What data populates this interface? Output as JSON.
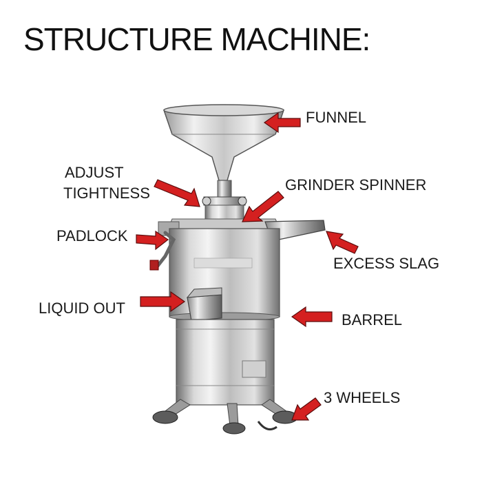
{
  "title": "STRUCTURE MACHINE:",
  "labels": {
    "funnel": "FUNNEL",
    "adjust_tightness_line1": "ADJUST",
    "adjust_tightness_line2": "TIGHTNESS",
    "grinder_spinner": "GRINDER SPINNER",
    "padlock": "PADLOCK",
    "excess_slag": "EXCESS SLAG",
    "liquid_out": "LIQUID OUT",
    "barrel": "BARREL",
    "wheels": "3 WHEELS"
  },
  "colors": {
    "arrow": "#d42020",
    "steel_light": "#e6e6e6",
    "steel_dark": "#7d7d7d"
  }
}
